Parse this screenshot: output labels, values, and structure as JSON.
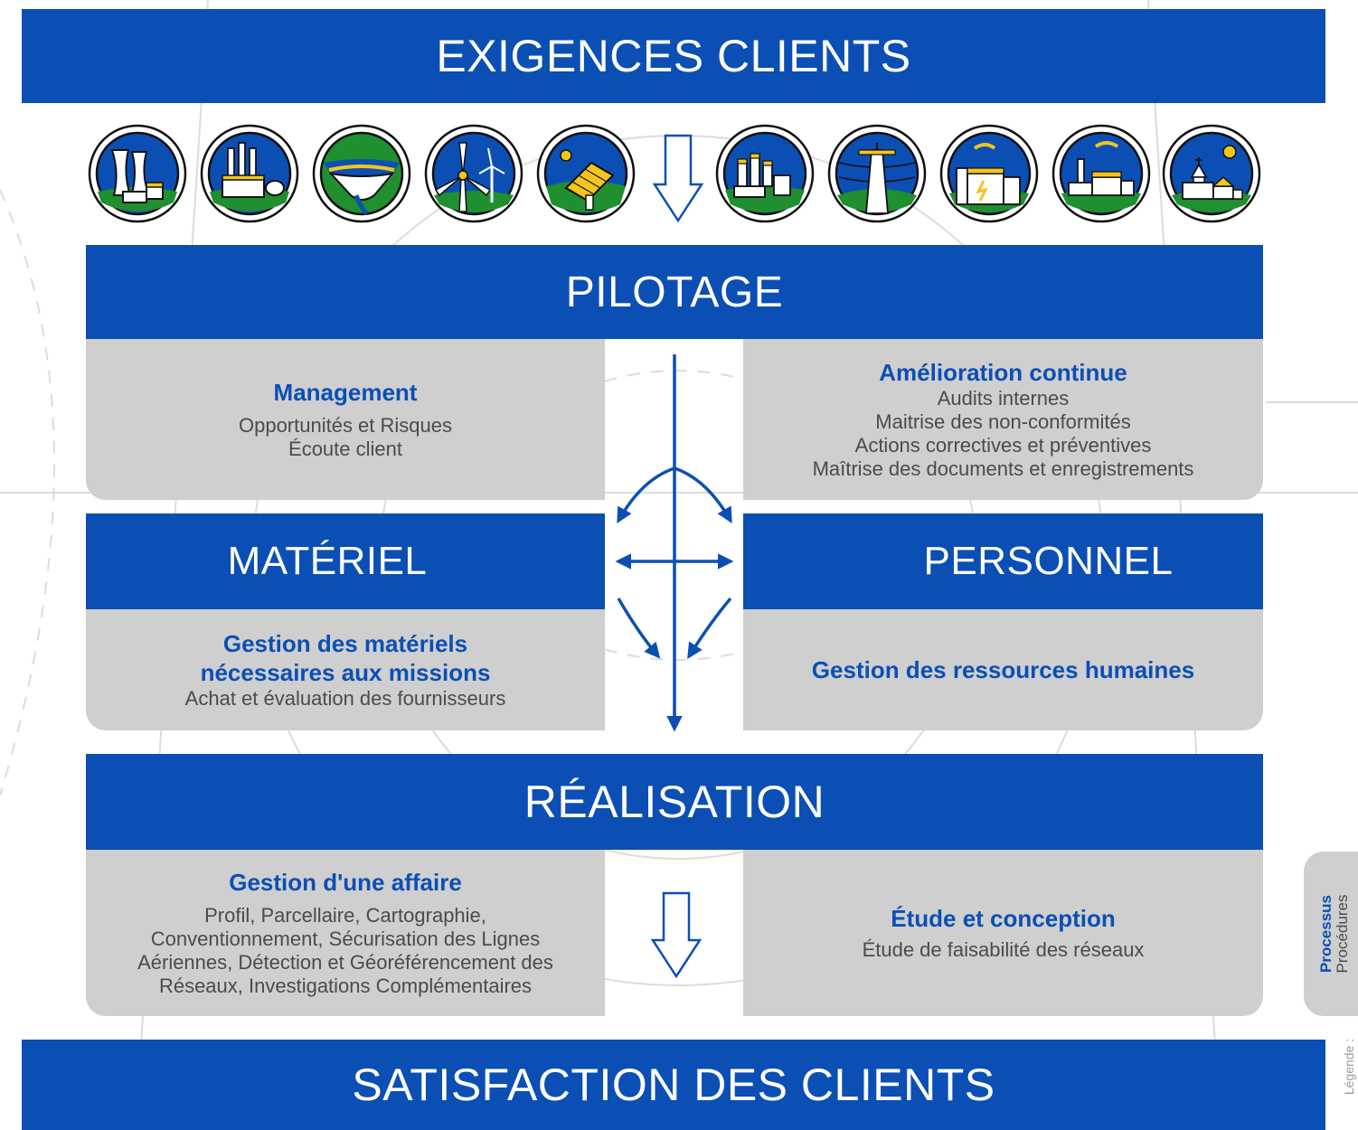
{
  "banners": {
    "exigences": "EXIGENCES CLIENTS",
    "pilotage": "PILOTAGE",
    "materiel": "MATÉRIEL",
    "personnel": "PERSONNEL",
    "realisation": "RÉALISATION",
    "satisfaction": "SATISFACTION DES CLIENTS"
  },
  "cards": {
    "management": {
      "title": "Management",
      "lines": [
        "Opportunités et Risques",
        "Écoute client"
      ]
    },
    "amelioration": {
      "title": "Amélioration continue",
      "lines": [
        "Audits internes",
        "Maitrise des non-conformités",
        "Actions correctives et préventives",
        "Maîtrise des documents et enregistrements"
      ]
    },
    "materiels": {
      "title_lines": [
        "Gestion des matériels",
        "nécessaires aux missions"
      ],
      "lines": [
        "Achat et évaluation des fournisseurs"
      ]
    },
    "rh": {
      "title": "Gestion des ressources humaines"
    },
    "affaire": {
      "title": "Gestion d'une affaire",
      "lines": [
        "Profil, Parcellaire, Cartographie,",
        "Conventionnement, Sécurisation des Lignes",
        "Aériennes, Détection et Géoréférencement des",
        "Réseaux, Investigations Complémentaires"
      ]
    },
    "etude": {
      "title": "Étude et conception",
      "lines": [
        "Étude de faisabilité des réseaux"
      ]
    }
  },
  "legend": {
    "label": "Légende :",
    "processus": "Processus",
    "procedures": "Procédures"
  },
  "icons": [
    "nuclear-plant-icon",
    "thermal-plant-icon",
    "dam-icon",
    "wind-turbine-icon",
    "solar-panel-icon",
    "substation-icon",
    "power-pylon-icon",
    "industry-icon",
    "factory-icon",
    "village-icon"
  ],
  "colors": {
    "primary": "#0c4fb4",
    "card": "#cfcfcf",
    "text": "#4b4b4b",
    "green": "#1f8f2f",
    "yellow": "#f4c51c"
  }
}
